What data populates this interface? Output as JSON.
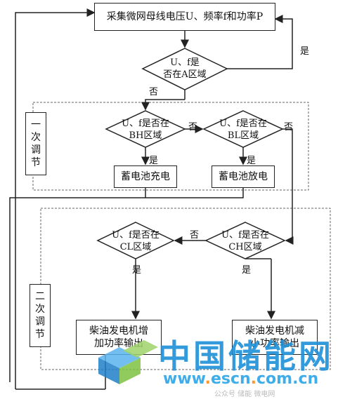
{
  "nodes": {
    "collect": "采集微网母线电压U、频率f和功率P",
    "decision_a": [
      "U、f是",
      "否在A区域"
    ],
    "decision_bh": [
      "U、f是否在",
      "BH区域"
    ],
    "decision_bl": [
      "U、f是否在",
      "BL区域"
    ],
    "charge": "蓄电池充电",
    "discharge": "蓄电池放电",
    "decision_cl": [
      "U、f是否在",
      "CL区域"
    ],
    "decision_ch": [
      "U、f是否在",
      "CH区域"
    ],
    "diesel_increase": [
      "柴油发电机增",
      "加功率输出"
    ],
    "diesel_decrease": [
      "柴油发电机减",
      "小功率输出"
    ]
  },
  "labels": {
    "yes_a": "是",
    "no_a": "否",
    "yes_bh": "是",
    "no_bh": "否",
    "yes_bl": "是",
    "no_bl": "否",
    "yes_cl": "是",
    "no_ch": "否",
    "yes_ch": "是"
  },
  "sections": {
    "first": [
      "一",
      "次",
      "调",
      "节"
    ],
    "second": [
      "二",
      "次",
      "调",
      "节"
    ]
  },
  "watermark": {
    "brand": "中国储能网",
    "url_prefix": "www",
    "url_dot1": ".",
    "url_mid": "escn",
    "url_dot2": ".",
    "url_suffix": "com.cn",
    "small": "公众号 储能 微电网"
  },
  "colors": {
    "line": "#222222",
    "dash": "#666666",
    "watermark_blue": "#1e90d8",
    "watermark_green": "#7fc241"
  }
}
